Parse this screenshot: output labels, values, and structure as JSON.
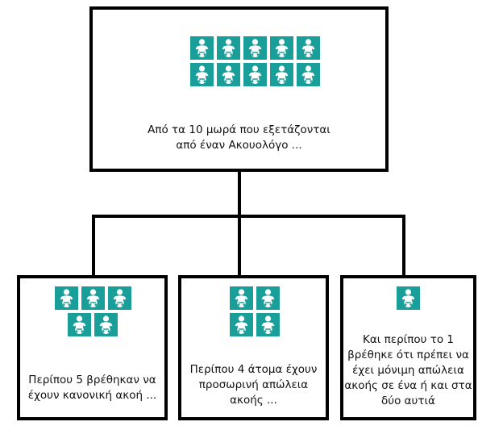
{
  "diagram": {
    "top": {
      "icon_count": 10,
      "icon_name": "baby-icon",
      "caption_line1": "Από τα 10 μωρά που εξετάζονται",
      "caption_line2": "από έναν Ακουολόγο ..."
    },
    "normal_hearing": {
      "icon_count": 5,
      "icon_name": "baby-icon",
      "caption_line1": "Περίπου 5 βρέθηκαν να",
      "caption_line2": "έχουν κανονική ακοή ..."
    },
    "temporary_loss": {
      "icon_count": 4,
      "icon_name": "baby-icon",
      "caption_line1": "Περίπου 4 άτομα έχουν",
      "caption_line2": "προσωρινή απώλεια",
      "caption_line3": "ακοής ..."
    },
    "permanent_loss": {
      "icon_count": 1,
      "icon_name": "baby-icon",
      "caption_line1": "Και περίπου το 1",
      "caption_line2": "βρέθηκε ότι πρέπει να",
      "caption_line3": "έχει μόνιμη απώλεια",
      "caption_line4": "ακοής σε ένα ή και στα",
      "caption_line5": "δύο αυτιά"
    },
    "icon_color": "#1a9e9a"
  }
}
